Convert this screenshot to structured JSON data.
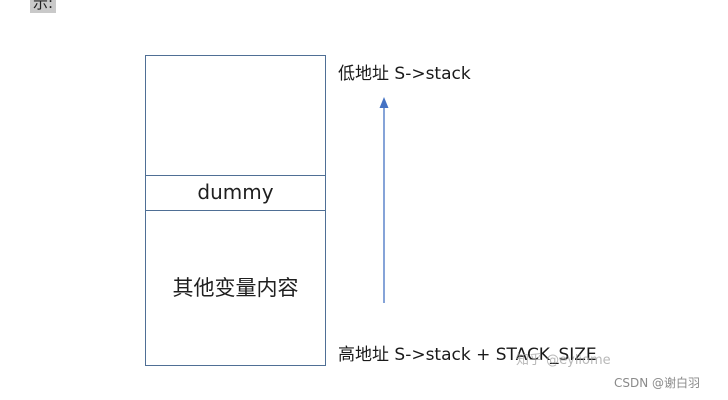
{
  "corner_text": "示:",
  "stack": {
    "dummy_label": "dummy",
    "other_vars_label": "其他变量内容"
  },
  "addresses": {
    "low": "低地址 S->stack",
    "high": "高地址 S->stack + STACK_SIZE"
  },
  "arrow": {
    "icon": "arrow-up-icon",
    "color": "#4472c4"
  },
  "colors": {
    "block_border": "#4f6f95"
  },
  "watermarks": {
    "zhihu": "知乎 @eyliome",
    "csdn": "CSDN @谢白羽"
  }
}
